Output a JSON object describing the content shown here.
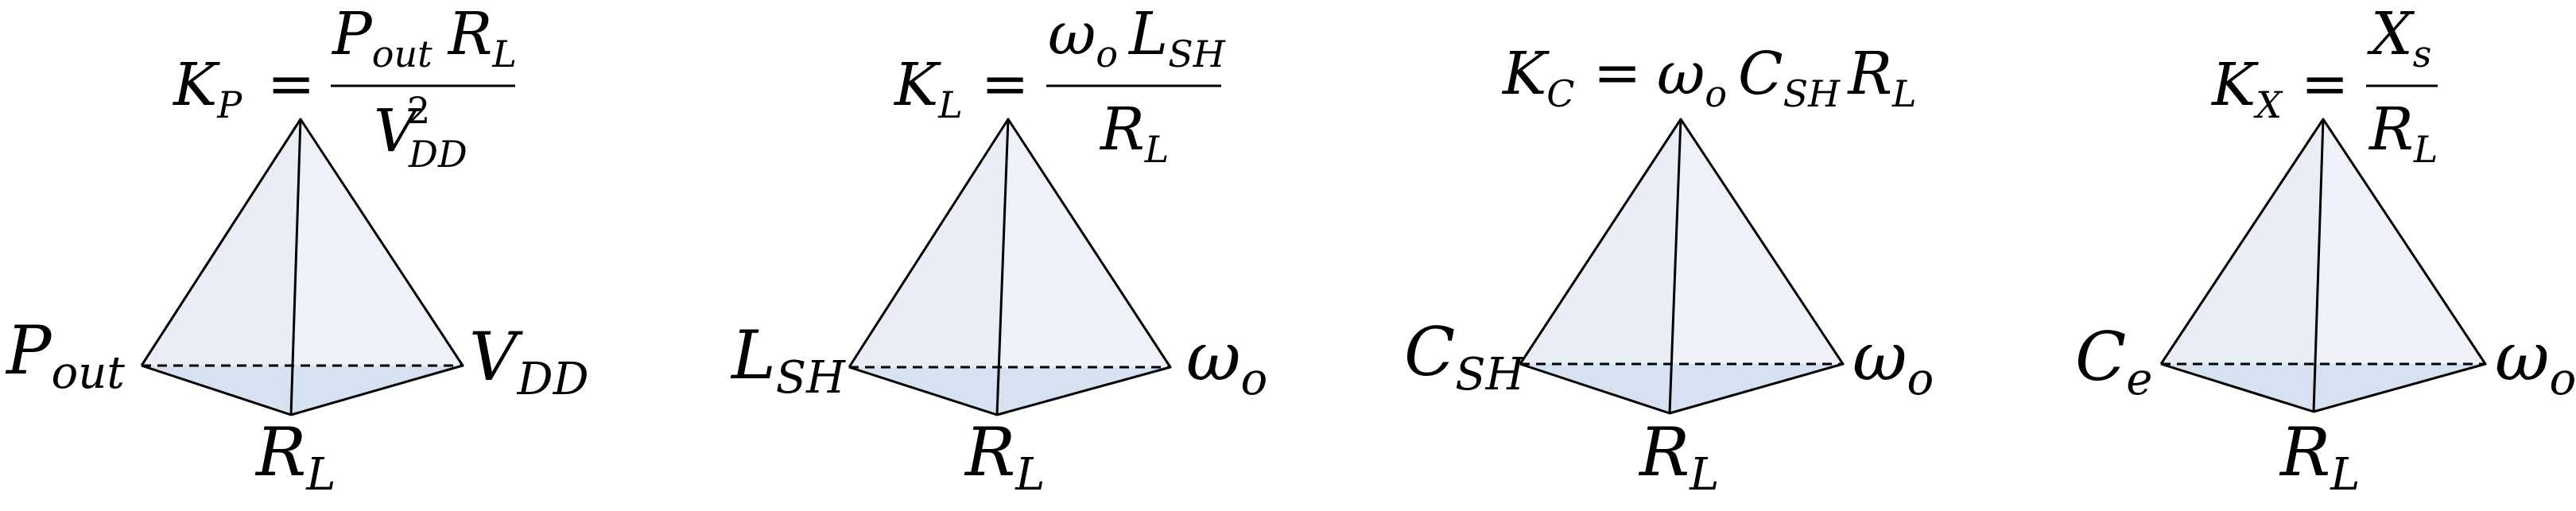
{
  "pyramids": [
    {
      "formula": {
        "lhs": {
          "base": "K",
          "sub": "P"
        },
        "eq": "=",
        "num": {
          "a": "P",
          "a_sub": "out",
          "b": "R",
          "b_sub": "L"
        },
        "den": {
          "base": "V",
          "sup": "2",
          "sub": "DD"
        }
      },
      "left_vertex": {
        "base": "P",
        "sub": "out"
      },
      "right_vertex": {
        "base": "V",
        "sub": "DD"
      },
      "bottom_vertex": {
        "base": "R",
        "sub": "L"
      }
    },
    {
      "formula": {
        "lhs": {
          "base": "K",
          "sub": "L"
        },
        "eq": "=",
        "num": {
          "a": "ω",
          "a_sub": "o",
          "b": "L",
          "b_sub": "SH"
        },
        "den": {
          "base": "R",
          "sub": "L"
        }
      },
      "left_vertex": {
        "base": "L",
        "sub": "SH"
      },
      "right_vertex": {
        "base": "ω",
        "sub": "o"
      },
      "bottom_vertex": {
        "base": "R",
        "sub": "L"
      }
    },
    {
      "formula": {
        "lhs": {
          "base": "K",
          "sub": "C"
        },
        "eq": "=",
        "inline": [
          {
            "base": "ω",
            "sub": "o"
          },
          {
            "base": "C",
            "sub": "SH"
          },
          {
            "base": "R",
            "sub": "L"
          }
        ]
      },
      "left_vertex": {
        "base": "C",
        "sub": "SH"
      },
      "right_vertex": {
        "base": "ω",
        "sub": "o"
      },
      "bottom_vertex": {
        "base": "R",
        "sub": "L"
      }
    },
    {
      "formula": {
        "lhs": {
          "base": "K",
          "sub": "X"
        },
        "eq": "=",
        "num": {
          "a": "X",
          "a_sub": "s"
        },
        "den": {
          "base": "R",
          "sub": "L"
        }
      },
      "left_vertex": {
        "base": "C",
        "sub": "e"
      },
      "right_vertex": {
        "base": "ω",
        "sub": "o"
      },
      "bottom_vertex": {
        "base": "R",
        "sub": "L"
      }
    }
  ]
}
